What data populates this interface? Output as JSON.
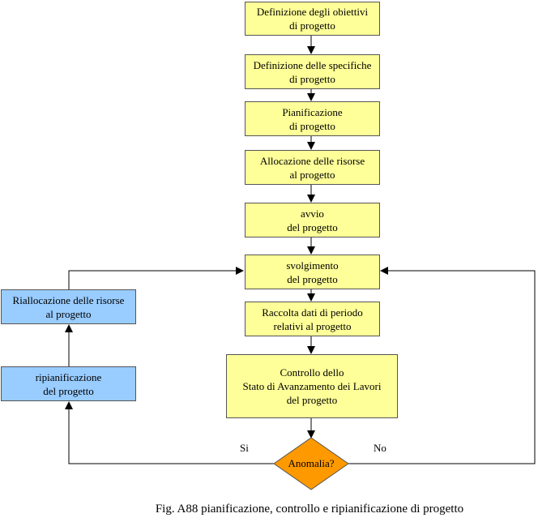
{
  "colors": {
    "process": "#ffff99",
    "replan": "#99ccff",
    "decision": "#ff9900",
    "line": "#000000"
  },
  "nodes": {
    "obiettivi": [
      "Definizione degli obiettivi",
      "di progetto"
    ],
    "specifiche": [
      "Definizione delle specifiche",
      "di progetto"
    ],
    "pianificazione": [
      "Pianificazione",
      "di progetto"
    ],
    "allocazione": [
      "Allocazione delle risorse",
      "al progetto"
    ],
    "avvio": [
      "avvio",
      "del progetto"
    ],
    "svolgimento": [
      "svolgimento",
      "del progetto"
    ],
    "raccolta": [
      "Raccolta dati di periodo",
      "relativi al progetto"
    ],
    "controllo": [
      "Controllo dello",
      "Stato di Avanzamento dei Lavori",
      "del progetto"
    ],
    "riallocazione": [
      "Riallocazione delle risorse",
      "al progetto"
    ],
    "ripianificazione": [
      "ripianificazione",
      "del progetto"
    ]
  },
  "decision": {
    "label": "Anomalia?"
  },
  "edges": {
    "yes": "Si",
    "no": "No"
  },
  "caption": "Fig. A88 pianificazione, controllo e ripianificazione di progetto"
}
